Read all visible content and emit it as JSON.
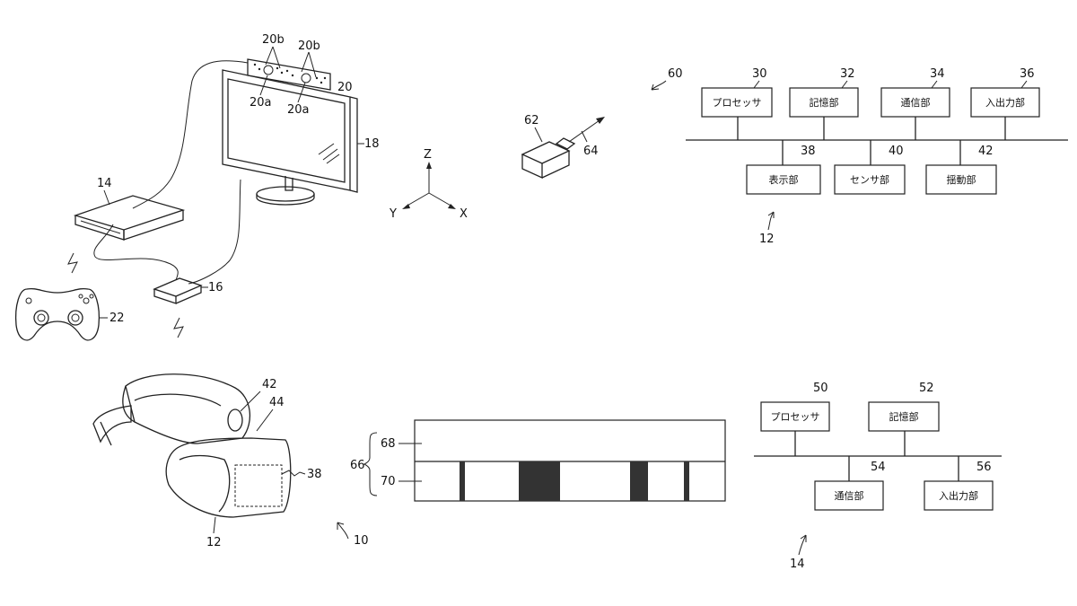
{
  "figure_1": {
    "refs": {
      "camera_unit": "20",
      "camera_lens": "20a",
      "camera_mic": "20b",
      "display": "18",
      "console": "14",
      "relay": "16",
      "controller": "22",
      "hmd": "12",
      "hmd_vibration": "42",
      "hmd_body": "44",
      "hmd_display": "38",
      "system": "10"
    },
    "axes": {
      "z": "Z",
      "y": "Y",
      "x": "X"
    }
  },
  "figure_2": {
    "refs": {
      "object": "62",
      "vector": "64",
      "ref60": "60"
    }
  },
  "figure_3": {
    "system_ref": "12",
    "top_blocks": [
      {
        "ref": "30",
        "label": "プロセッサ"
      },
      {
        "ref": "32",
        "label": "記憶部"
      },
      {
        "ref": "34",
        "label": "通信部"
      },
      {
        "ref": "36",
        "label": "入出力部"
      }
    ],
    "bottom_blocks": [
      {
        "ref": "38",
        "label": "表示部"
      },
      {
        "ref": "40",
        "label": "センサ部"
      },
      {
        "ref": "42",
        "label": "揺動部"
      }
    ]
  },
  "figure_4": {
    "system_ref": "14",
    "top_blocks": [
      {
        "ref": "50",
        "label": "プロセッサ"
      },
      {
        "ref": "52",
        "label": "記憶部"
      }
    ],
    "bottom_blocks": [
      {
        "ref": "54",
        "label": "通信部"
      },
      {
        "ref": "56",
        "label": "入出力部"
      }
    ]
  },
  "figure_5": {
    "group_ref": "66",
    "upper_ref": "68",
    "lower_ref": "70"
  }
}
